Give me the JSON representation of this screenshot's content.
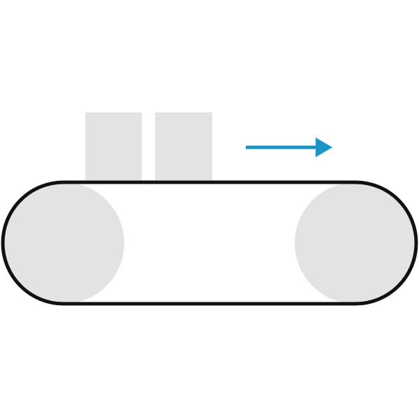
{
  "diagram": {
    "subject": "conveyor-belt",
    "package_count": 2,
    "movement_direction": "right",
    "colors": {
      "background": "#ffffff",
      "belt_outline": "#111111",
      "belt_fill": "#ffffff",
      "roller_fill": "#e3e3e3",
      "package_fill": "#e3e3e3",
      "arrow": "#1a95c6"
    },
    "icons": {
      "arrow": "arrow-right-icon",
      "roller": "roller-icon",
      "package": "box-icon"
    }
  }
}
